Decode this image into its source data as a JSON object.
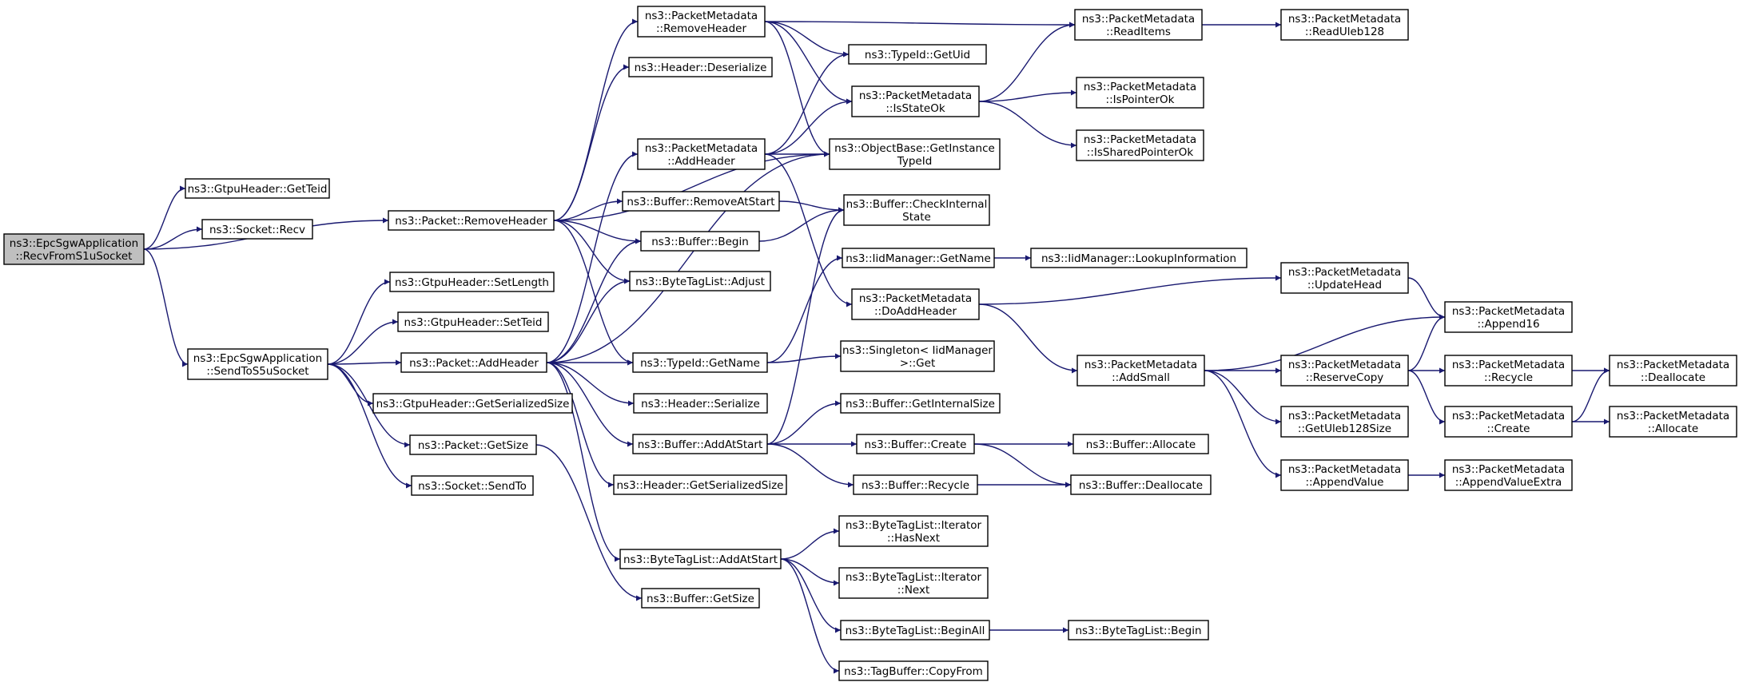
{
  "diagram": {
    "nodes": [
      {
        "id": "RecvFromS1uSocket",
        "lines": [
          "ns3::EpcSgwApplication",
          "::RecvFromS1uSocket"
        ],
        "focus": true
      },
      {
        "id": "GtpuGetTeid",
        "lines": [
          "ns3::GtpuHeader::GetTeid"
        ]
      },
      {
        "id": "SocketRecv",
        "lines": [
          "ns3::Socket::Recv"
        ]
      },
      {
        "id": "PacketRemoveHeader",
        "lines": [
          "ns3::Packet::RemoveHeader"
        ]
      },
      {
        "id": "SendToS5uSocket",
        "lines": [
          "ns3::EpcSgwApplication",
          "::SendToS5uSocket"
        ]
      },
      {
        "id": "GtpuSetLength",
        "lines": [
          "ns3::GtpuHeader::SetLength"
        ]
      },
      {
        "id": "GtpuSetTeid",
        "lines": [
          "ns3::GtpuHeader::SetTeid"
        ]
      },
      {
        "id": "PacketAddHeader",
        "lines": [
          "ns3::Packet::AddHeader"
        ]
      },
      {
        "id": "GtpuGetSerializedSize",
        "lines": [
          "ns3::GtpuHeader::GetSerializedSize"
        ]
      },
      {
        "id": "PacketGetSize",
        "lines": [
          "ns3::Packet::GetSize"
        ]
      },
      {
        "id": "SocketSendTo",
        "lines": [
          "ns3::Socket::SendTo"
        ]
      },
      {
        "id": "PMRemoveHeader",
        "lines": [
          "ns3::PacketMetadata",
          "::RemoveHeader"
        ]
      },
      {
        "id": "HeaderDeserialize",
        "lines": [
          "ns3::Header::Deserialize"
        ]
      },
      {
        "id": "PMAddHeader",
        "lines": [
          "ns3::PacketMetadata",
          "::AddHeader"
        ]
      },
      {
        "id": "BufferRemoveAtStart",
        "lines": [
          "ns3::Buffer::RemoveAtStart"
        ]
      },
      {
        "id": "BufferBegin",
        "lines": [
          "ns3::Buffer::Begin"
        ]
      },
      {
        "id": "BTLAdjust",
        "lines": [
          "ns3::ByteTagList::Adjust"
        ]
      },
      {
        "id": "TypeIdGetName",
        "lines": [
          "ns3::TypeId::GetName"
        ]
      },
      {
        "id": "HeaderSerialize",
        "lines": [
          "ns3::Header::Serialize"
        ]
      },
      {
        "id": "BufferAddAtStart",
        "lines": [
          "ns3::Buffer::AddAtStart"
        ]
      },
      {
        "id": "HeaderGetSerializedSize",
        "lines": [
          "ns3::Header::GetSerializedSize"
        ]
      },
      {
        "id": "BTLAddAtStart",
        "lines": [
          "ns3::ByteTagList::AddAtStart"
        ]
      },
      {
        "id": "BufferGetSize",
        "lines": [
          "ns3::Buffer::GetSize"
        ]
      },
      {
        "id": "TypeIdGetUid",
        "lines": [
          "ns3::TypeId::GetUid"
        ]
      },
      {
        "id": "PMIsStateOk",
        "lines": [
          "ns3::PacketMetadata",
          "::IsStateOk"
        ]
      },
      {
        "id": "ObjGetInstanceTypeId",
        "lines": [
          "ns3::ObjectBase::GetInstance",
          "TypeId"
        ]
      },
      {
        "id": "BufferCheckInternalState",
        "lines": [
          "ns3::Buffer::CheckInternal",
          "State"
        ]
      },
      {
        "id": "IidGetName",
        "lines": [
          "ns3::IidManager::GetName"
        ]
      },
      {
        "id": "PMDoAddHeader",
        "lines": [
          "ns3::PacketMetadata",
          "::DoAddHeader"
        ]
      },
      {
        "id": "SingletonGet",
        "lines": [
          "ns3::Singleton< IidManager",
          " >::Get"
        ]
      },
      {
        "id": "BufferGetInternalSize",
        "lines": [
          "ns3::Buffer::GetInternalSize"
        ]
      },
      {
        "id": "BufferCreate",
        "lines": [
          "ns3::Buffer::Create"
        ]
      },
      {
        "id": "BufferRecycle",
        "lines": [
          "ns3::Buffer::Recycle"
        ]
      },
      {
        "id": "BTLIterHasNext",
        "lines": [
          "ns3::ByteTagList::Iterator",
          "::HasNext"
        ]
      },
      {
        "id": "BTLIterNext",
        "lines": [
          "ns3::ByteTagList::Iterator",
          "::Next"
        ]
      },
      {
        "id": "BTLBeginAll",
        "lines": [
          "ns3::ByteTagList::BeginAll"
        ]
      },
      {
        "id": "TagBufferCopyFrom",
        "lines": [
          "ns3::TagBuffer::CopyFrom"
        ]
      },
      {
        "id": "PMReadItems",
        "lines": [
          "ns3::PacketMetadata",
          "::ReadItems"
        ]
      },
      {
        "id": "PMIsPointerOk",
        "lines": [
          "ns3::PacketMetadata",
          "::IsPointerOk"
        ]
      },
      {
        "id": "PMIsSharedPointerOk",
        "lines": [
          "ns3::PacketMetadata",
          "::IsSharedPointerOk"
        ]
      },
      {
        "id": "IidLookupInformation",
        "lines": [
          "ns3::IidManager::LookupInformation"
        ]
      },
      {
        "id": "PMAddSmall",
        "lines": [
          "ns3::PacketMetadata",
          "::AddSmall"
        ]
      },
      {
        "id": "BufferAllocate",
        "lines": [
          "ns3::Buffer::Allocate"
        ]
      },
      {
        "id": "BufferDeallocate",
        "lines": [
          "ns3::Buffer::Deallocate"
        ]
      },
      {
        "id": "BTLBegin",
        "lines": [
          "ns3::ByteTagList::Begin"
        ]
      },
      {
        "id": "PMReadUleb128",
        "lines": [
          "ns3::PacketMetadata",
          "::ReadUleb128"
        ]
      },
      {
        "id": "PMUpdateHead",
        "lines": [
          "ns3::PacketMetadata",
          "::UpdateHead"
        ]
      },
      {
        "id": "PMReserveCopy",
        "lines": [
          "ns3::PacketMetadata",
          "::ReserveCopy"
        ]
      },
      {
        "id": "PMGetUleb128Size",
        "lines": [
          "ns3::PacketMetadata",
          "::GetUleb128Size"
        ]
      },
      {
        "id": "PMAppendValue",
        "lines": [
          "ns3::PacketMetadata",
          "::AppendValue"
        ]
      },
      {
        "id": "PMAppend16",
        "lines": [
          "ns3::PacketMetadata",
          "::Append16"
        ]
      },
      {
        "id": "PMRecycle",
        "lines": [
          "ns3::PacketMetadata",
          "::Recycle"
        ]
      },
      {
        "id": "PMCreate",
        "lines": [
          "ns3::PacketMetadata",
          "::Create"
        ]
      },
      {
        "id": "PMAppendValueExtra",
        "lines": [
          "ns3::PacketMetadata",
          "::AppendValueExtra"
        ]
      },
      {
        "id": "PMDeallocate",
        "lines": [
          "ns3::PacketMetadata",
          "::Deallocate"
        ]
      },
      {
        "id": "PMAllocate",
        "lines": [
          "ns3::PacketMetadata",
          "::Allocate"
        ]
      }
    ],
    "edges": [
      [
        "RecvFromS1uSocket",
        "GtpuGetTeid"
      ],
      [
        "RecvFromS1uSocket",
        "SocketRecv"
      ],
      [
        "RecvFromS1uSocket",
        "PacketRemoveHeader"
      ],
      [
        "RecvFromS1uSocket",
        "SendToS5uSocket"
      ],
      [
        "PacketRemoveHeader",
        "PMRemoveHeader"
      ],
      [
        "PacketRemoveHeader",
        "HeaderDeserialize"
      ],
      [
        "PacketRemoveHeader",
        "ObjGetInstanceTypeId"
      ],
      [
        "PacketRemoveHeader",
        "BufferRemoveAtStart"
      ],
      [
        "PacketRemoveHeader",
        "BufferBegin"
      ],
      [
        "PacketRemoveHeader",
        "BTLAdjust"
      ],
      [
        "PacketRemoveHeader",
        "TypeIdGetName"
      ],
      [
        "SendToS5uSocket",
        "GtpuSetLength"
      ],
      [
        "SendToS5uSocket",
        "GtpuSetTeid"
      ],
      [
        "SendToS5uSocket",
        "PacketAddHeader"
      ],
      [
        "SendToS5uSocket",
        "GtpuGetSerializedSize"
      ],
      [
        "SendToS5uSocket",
        "PacketGetSize"
      ],
      [
        "SendToS5uSocket",
        "SocketSendTo"
      ],
      [
        "PacketAddHeader",
        "PMAddHeader"
      ],
      [
        "PacketAddHeader",
        "BufferBegin"
      ],
      [
        "PacketAddHeader",
        "BTLAdjust"
      ],
      [
        "PacketAddHeader",
        "TypeIdGetName"
      ],
      [
        "PacketAddHeader",
        "HeaderSerialize"
      ],
      [
        "PacketAddHeader",
        "BufferAddAtStart"
      ],
      [
        "PacketAddHeader",
        "HeaderGetSerializedSize"
      ],
      [
        "PacketAddHeader",
        "BTLAddAtStart"
      ],
      [
        "PacketAddHeader",
        "ObjGetInstanceTypeId"
      ],
      [
        "PacketGetSize",
        "BufferGetSize"
      ],
      [
        "PMRemoveHeader",
        "PMReadItems"
      ],
      [
        "PMRemoveHeader",
        "TypeIdGetUid"
      ],
      [
        "PMRemoveHeader",
        "PMIsStateOk"
      ],
      [
        "PMRemoveHeader",
        "ObjGetInstanceTypeId"
      ],
      [
        "PMAddHeader",
        "TypeIdGetUid"
      ],
      [
        "PMAddHeader",
        "PMIsStateOk"
      ],
      [
        "PMAddHeader",
        "ObjGetInstanceTypeId"
      ],
      [
        "PMAddHeader",
        "PMDoAddHeader"
      ],
      [
        "BufferRemoveAtStart",
        "BufferCheckInternalState"
      ],
      [
        "BufferBegin",
        "BufferCheckInternalState"
      ],
      [
        "TypeIdGetName",
        "IidGetName"
      ],
      [
        "TypeIdGetName",
        "SingletonGet"
      ],
      [
        "BufferAddAtStart",
        "BufferCheckInternalState"
      ],
      [
        "BufferAddAtStart",
        "BufferGetInternalSize"
      ],
      [
        "BufferAddAtStart",
        "BufferCreate"
      ],
      [
        "BufferAddAtStart",
        "BufferRecycle"
      ],
      [
        "BTLAddAtStart",
        "BTLIterHasNext"
      ],
      [
        "BTLAddAtStart",
        "BTLIterNext"
      ],
      [
        "BTLAddAtStart",
        "BTLBeginAll"
      ],
      [
        "BTLAddAtStart",
        "TagBufferCopyFrom"
      ],
      [
        "PMIsStateOk",
        "PMReadItems"
      ],
      [
        "PMIsStateOk",
        "PMIsPointerOk"
      ],
      [
        "PMIsStateOk",
        "PMIsSharedPointerOk"
      ],
      [
        "IidGetName",
        "IidLookupInformation"
      ],
      [
        "PMDoAddHeader",
        "PMUpdateHead"
      ],
      [
        "PMDoAddHeader",
        "PMAddSmall"
      ],
      [
        "BufferCreate",
        "BufferAllocate"
      ],
      [
        "BufferCreate",
        "BufferDeallocate"
      ],
      [
        "BufferRecycle",
        "BufferDeallocate"
      ],
      [
        "BTLBeginAll",
        "BTLBegin"
      ],
      [
        "PMReadItems",
        "PMReadUleb128"
      ],
      [
        "PMAddSmall",
        "PMAppend16"
      ],
      [
        "PMAddSmall",
        "PMReserveCopy"
      ],
      [
        "PMAddSmall",
        "PMGetUleb128Size"
      ],
      [
        "PMAddSmall",
        "PMAppendValue"
      ],
      [
        "PMUpdateHead",
        "PMAppend16"
      ],
      [
        "PMReserveCopy",
        "PMAppend16"
      ],
      [
        "PMReserveCopy",
        "PMRecycle"
      ],
      [
        "PMReserveCopy",
        "PMCreate"
      ],
      [
        "PMAppendValue",
        "PMAppendValueExtra"
      ],
      [
        "PMRecycle",
        "PMDeallocate"
      ],
      [
        "PMCreate",
        "PMDeallocate"
      ],
      [
        "PMCreate",
        "PMAllocate"
      ]
    ]
  },
  "colors": {
    "edge": "#191970",
    "node_border": "#000000",
    "node_fill": "#ffffff",
    "focus_fill": "#bfbfbf",
    "text": "#000000"
  }
}
